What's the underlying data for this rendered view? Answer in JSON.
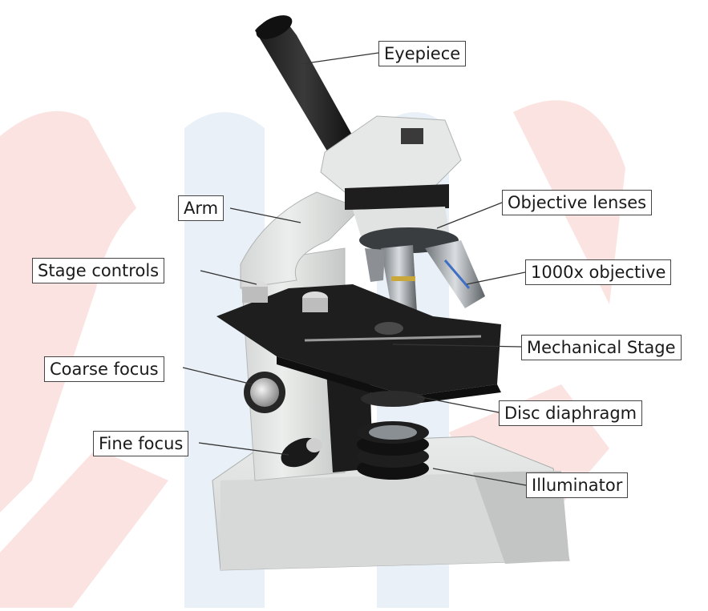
{
  "labels": {
    "eyepiece": "Eyepiece",
    "arm": "Arm",
    "objective_lenses": "Objective lenses",
    "stage_controls": "Stage controls",
    "objective_1000x": "1000x objective",
    "mechanical_stage": "Mechanical Stage",
    "coarse_focus": "Coarse focus",
    "disc_diaphragm": "Disc diaphragm",
    "fine_focus": "Fine focus",
    "illuminator": "Illuminator"
  },
  "colors": {
    "watermark_pink": "#fbe3e1",
    "watermark_blue": "#e9f0f8",
    "body_light": "#e6e8e6",
    "body_shadow": "#c8cbc8",
    "dark_metal": "#2a2a2a",
    "stage_black": "#1e1e1e",
    "leader_line": "#333333"
  }
}
